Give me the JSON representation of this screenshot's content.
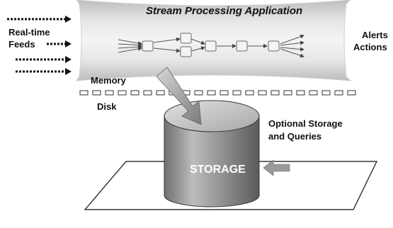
{
  "title": "Stream Processing Application",
  "feeds_label_line1": "Real-time",
  "feeds_label_line2": "Feeds",
  "outputs_line1": "Alerts",
  "outputs_line2": "Actions",
  "memory_label": "Memory",
  "disk_label": "Disk",
  "storage_label": "STORAGE",
  "optional_line1": "Optional Storage",
  "optional_line2": "and Queries"
}
